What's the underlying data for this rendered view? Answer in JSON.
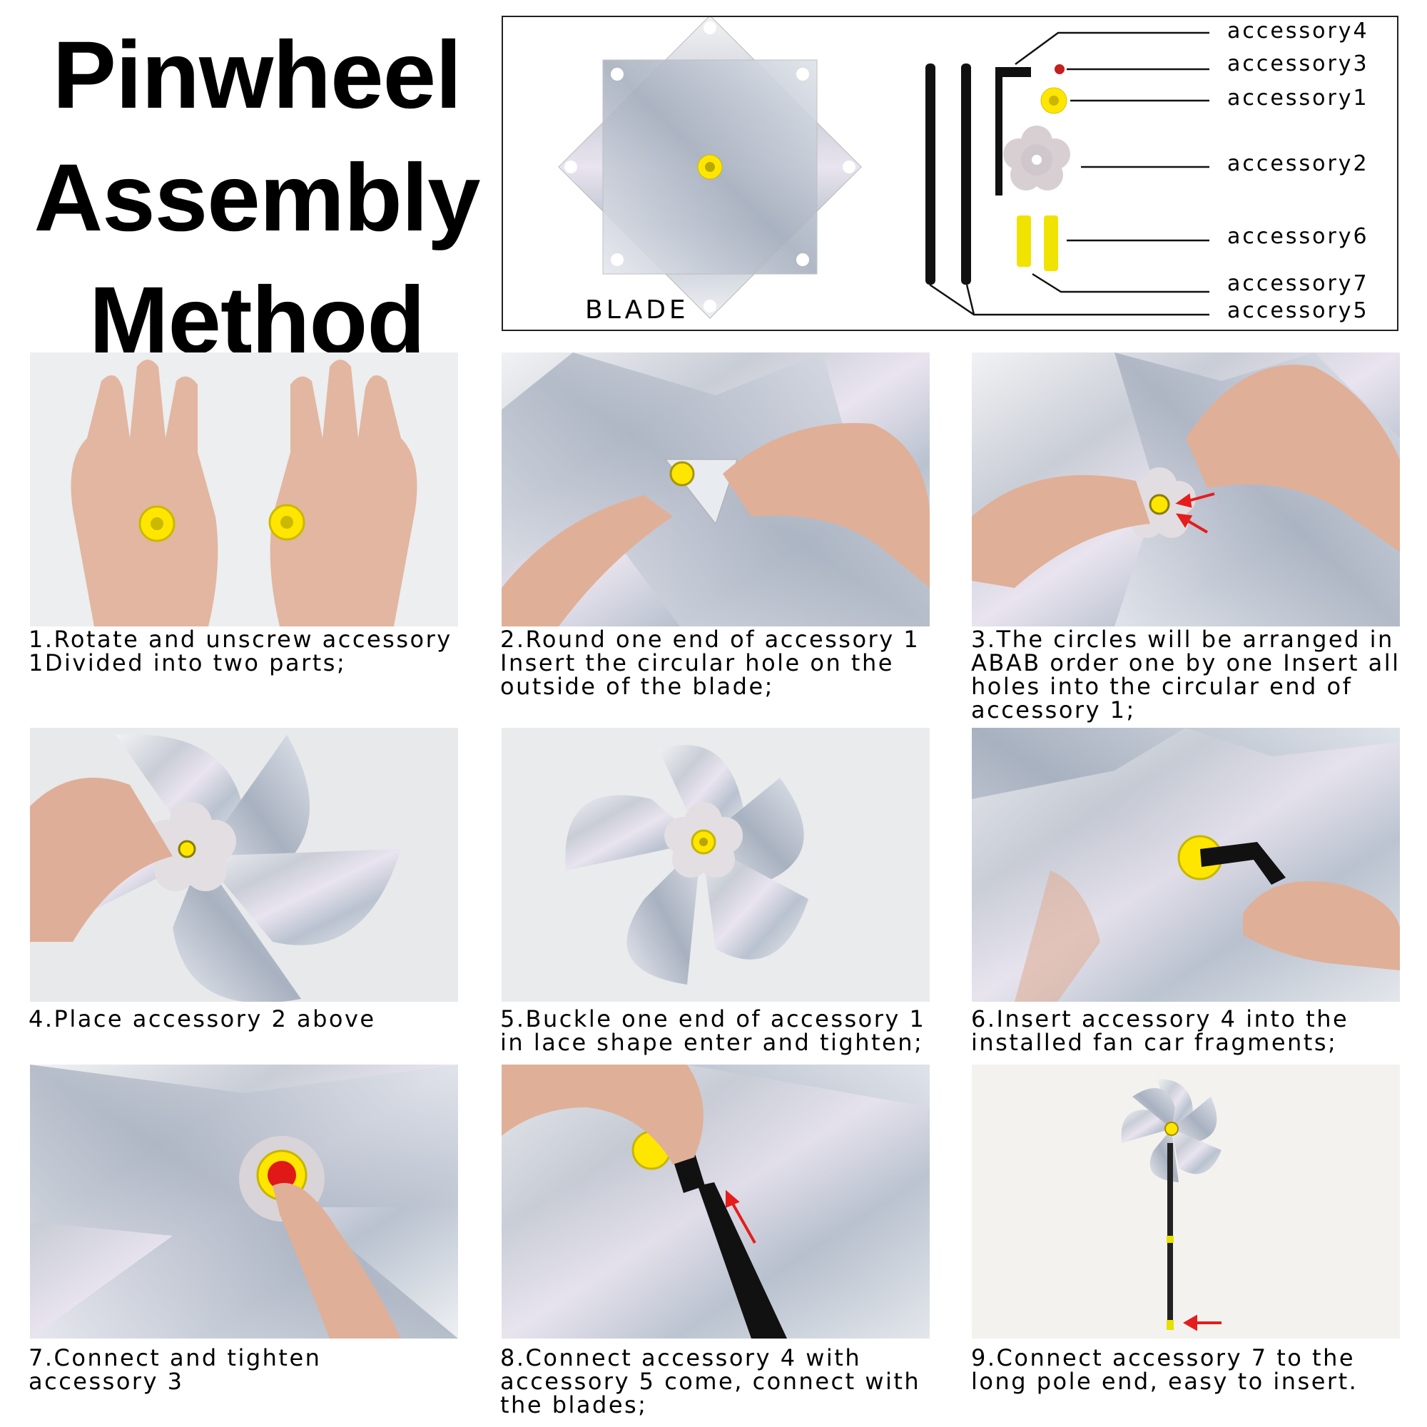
{
  "title": {
    "line1": "Pinwheel",
    "line2": "Assembly",
    "line3": "Method"
  },
  "parts_diagram": {
    "blade_label": "BLADE",
    "accessory_labels": [
      "accessory4",
      "accessory3",
      "accessory1",
      "accessory2",
      "accessory6",
      "accessory7",
      "accessory5"
    ]
  },
  "steps": [
    {
      "caption": "1.Rotate and unscrew accessory\n1Divided into two parts;"
    },
    {
      "caption": "2.Round one end of accessory 1\nInsert the circular hole on the\noutside of the blade;"
    },
    {
      "caption": "3.The circles will be arranged in\nABAB order one by one Insert all\nholes into the circular end of\naccessory 1;"
    },
    {
      "caption": "4.Place accessory 2 above"
    },
    {
      "caption": "5.Buckle one end of accessory 1\nin lace shape enter and tighten;"
    },
    {
      "caption": "6.Insert accessory 4 into the\ninstalled fan car fragments;"
    },
    {
      "caption": "7.Connect and tighten\naccessory 3"
    },
    {
      "caption": "8.Connect accessory 4 with\naccessory 5 come, connect with\nthe blades;"
    },
    {
      "caption": "9.Connect accessory 7 to the\nlong pole end, easy to insert."
    }
  ]
}
